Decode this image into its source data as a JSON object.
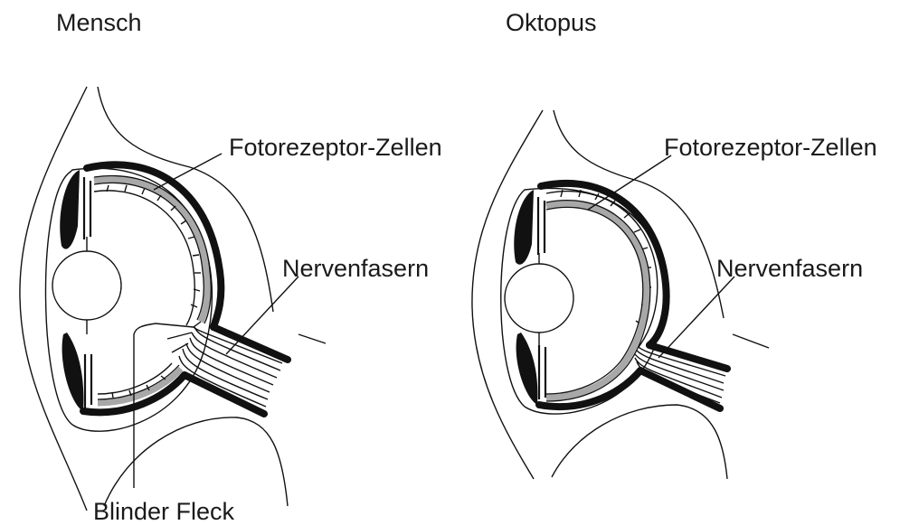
{
  "diagram": {
    "human": {
      "title": "Mensch",
      "label_photoreceptors": "Fotorezeptor-Zellen",
      "label_nerve_fibers": "Nervenfasern",
      "label_blind_spot": "Blinder Fleck"
    },
    "octopus": {
      "title": "Oktopus",
      "label_photoreceptors": "Fotorezeptor-Zellen",
      "label_nerve_fibers": "Nervenfasern"
    }
  }
}
